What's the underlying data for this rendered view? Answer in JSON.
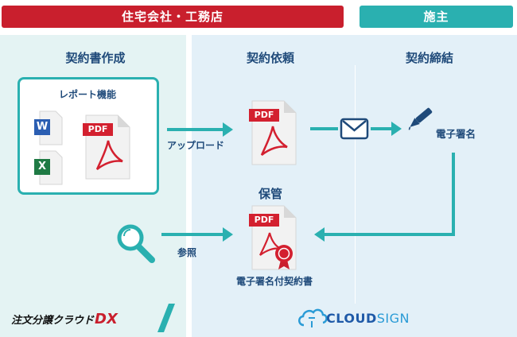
{
  "headers": {
    "company": "住宅会社・工務店",
    "owner": "施主"
  },
  "steps": {
    "create": "契約書作成",
    "request": "契約依頼",
    "conclude": "契約締結",
    "storage": "保管"
  },
  "report": {
    "title": "レポート機能"
  },
  "icons": {
    "word": "W",
    "excel": "X",
    "pdf": "PDF"
  },
  "arrows": {
    "upload": "アップロード",
    "reference": "参照"
  },
  "signature": {
    "label": "電子署名"
  },
  "signed_doc": {
    "label": "電子署名付契約書"
  },
  "brands": {
    "left": "注文分譲クラウド",
    "left_dx": "DX",
    "right_prefix": "CLOUD",
    "right_suffix": "SIGN"
  },
  "colors": {
    "red": "#c91f2d",
    "teal": "#2ab0b0",
    "navy": "#1f4a7a",
    "pdf_red": "#d3202f"
  }
}
